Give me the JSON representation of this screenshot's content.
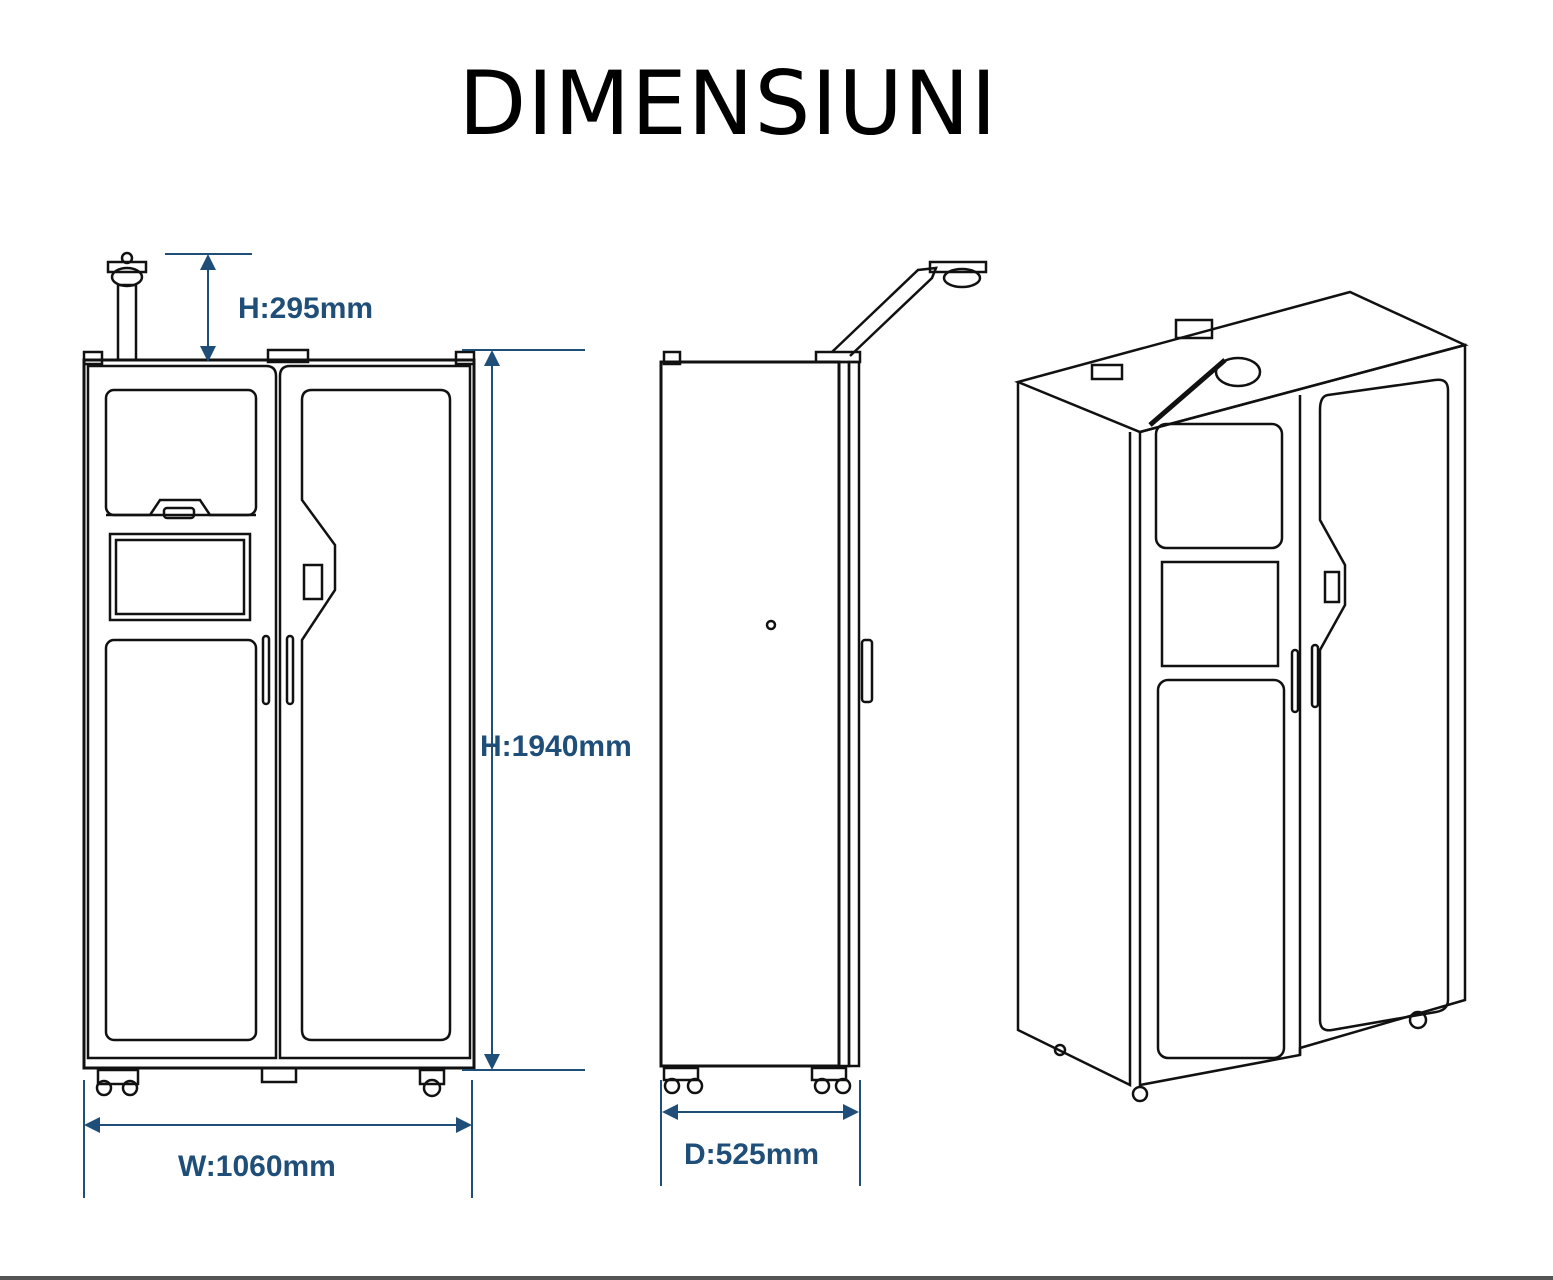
{
  "title": "DIMENSIUNI",
  "dimensions": {
    "camera_height": "H:295mm",
    "height": "H:1940mm",
    "width": "W:1060mm",
    "depth": "D:525mm"
  },
  "colors": {
    "dimension": "#1f4e79",
    "outline": "#111111"
  }
}
